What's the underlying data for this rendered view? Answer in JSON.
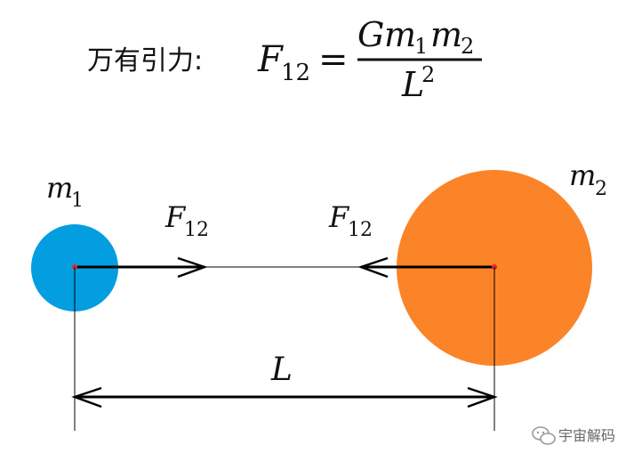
{
  "header": {
    "label": "万有引力:",
    "lhs_symbol": "F",
    "lhs_subscript": "12",
    "equals": "=",
    "numerator_G": "G",
    "numerator_m1": "m",
    "numerator_m1_sub": "1",
    "numerator_m2": "m",
    "numerator_m2_sub": "2",
    "denominator_L": "L",
    "denominator_exp": "2"
  },
  "bodies": {
    "m1_label": "m",
    "m1_sub": "1",
    "m2_label": "m",
    "m2_sub": "2",
    "m1_color": "#039ee0",
    "m2_color": "#fb8429"
  },
  "forces": {
    "left_symbol": "F",
    "left_sub": "12",
    "right_symbol": "F",
    "right_sub": "12"
  },
  "distance": {
    "label": "L"
  },
  "watermark": {
    "text": "宇宙解码",
    "icon": "wechat-icon"
  },
  "colors": {
    "center_dot": "#e3262b",
    "line": "#000000"
  }
}
